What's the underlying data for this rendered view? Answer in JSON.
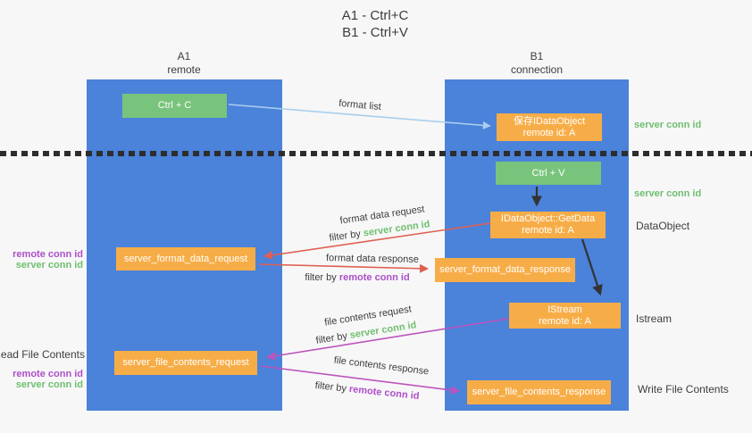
{
  "colors": {
    "bg": "#f7f7f7",
    "column-blue": "#4b82da",
    "green": "#79c47c",
    "orange": "#f7ad47",
    "text-dark": "#3d3d3d",
    "green-text": "#6fbf70",
    "purple-text": "#ad4fc9",
    "red-arrow": "#e05f52",
    "magenta-arrow": "#bd54bd",
    "blue-arrow": "#a9cfed",
    "black-arrow": "#333333",
    "dash": "#2d2d2d",
    "box-text": "#ffffff"
  },
  "title": {
    "line1": "A1 - Ctrl+C",
    "line2": "B1 - Ctrl+V"
  },
  "columns": {
    "a": {
      "name": "A1",
      "subtitle": "remote"
    },
    "b": {
      "name": "B1",
      "subtitle": "connection"
    }
  },
  "nodes": {
    "ctrl_c": {
      "label": "Ctrl + C"
    },
    "ctrl_v": {
      "label": "Ctrl + V"
    },
    "save_dataobject": {
      "line1": "保存IDataObject",
      "line2": "remote id: A"
    },
    "getdata": {
      "line1": "IDataObject::GetData",
      "line2": "remote id: A"
    },
    "istream": {
      "line1": "IStream",
      "line2": "remote id: A"
    },
    "format_request": {
      "label": "server_format_data_request"
    },
    "format_response": {
      "label": "server_format_data_response"
    },
    "file_request": {
      "label": "server_file_contents_request"
    },
    "file_response": {
      "label": "server_file_contents_response"
    }
  },
  "edge_labels": {
    "format_list": "format list",
    "format_data_request": "format data request",
    "format_data_response": "format data response",
    "file_contents_request": "file contents request",
    "file_contents_response": "file contents response",
    "filter_by": "filter by",
    "server_conn_id": "server conn id",
    "remote_conn_id": "remote conn id"
  },
  "side_labels": {
    "server_conn_id_top": "server conn id",
    "server_conn_id_mid": "server conn id",
    "dataobject": "DataObject",
    "istream": "Istream",
    "write_file_contents": "Write File Contents",
    "read_file_contents": "Read File Contents",
    "remote_conn_id_a": "remote conn id",
    "server_conn_id_a": "server conn id",
    "remote_conn_id_b": "remote conn id",
    "server_conn_id_b": "server conn id"
  }
}
